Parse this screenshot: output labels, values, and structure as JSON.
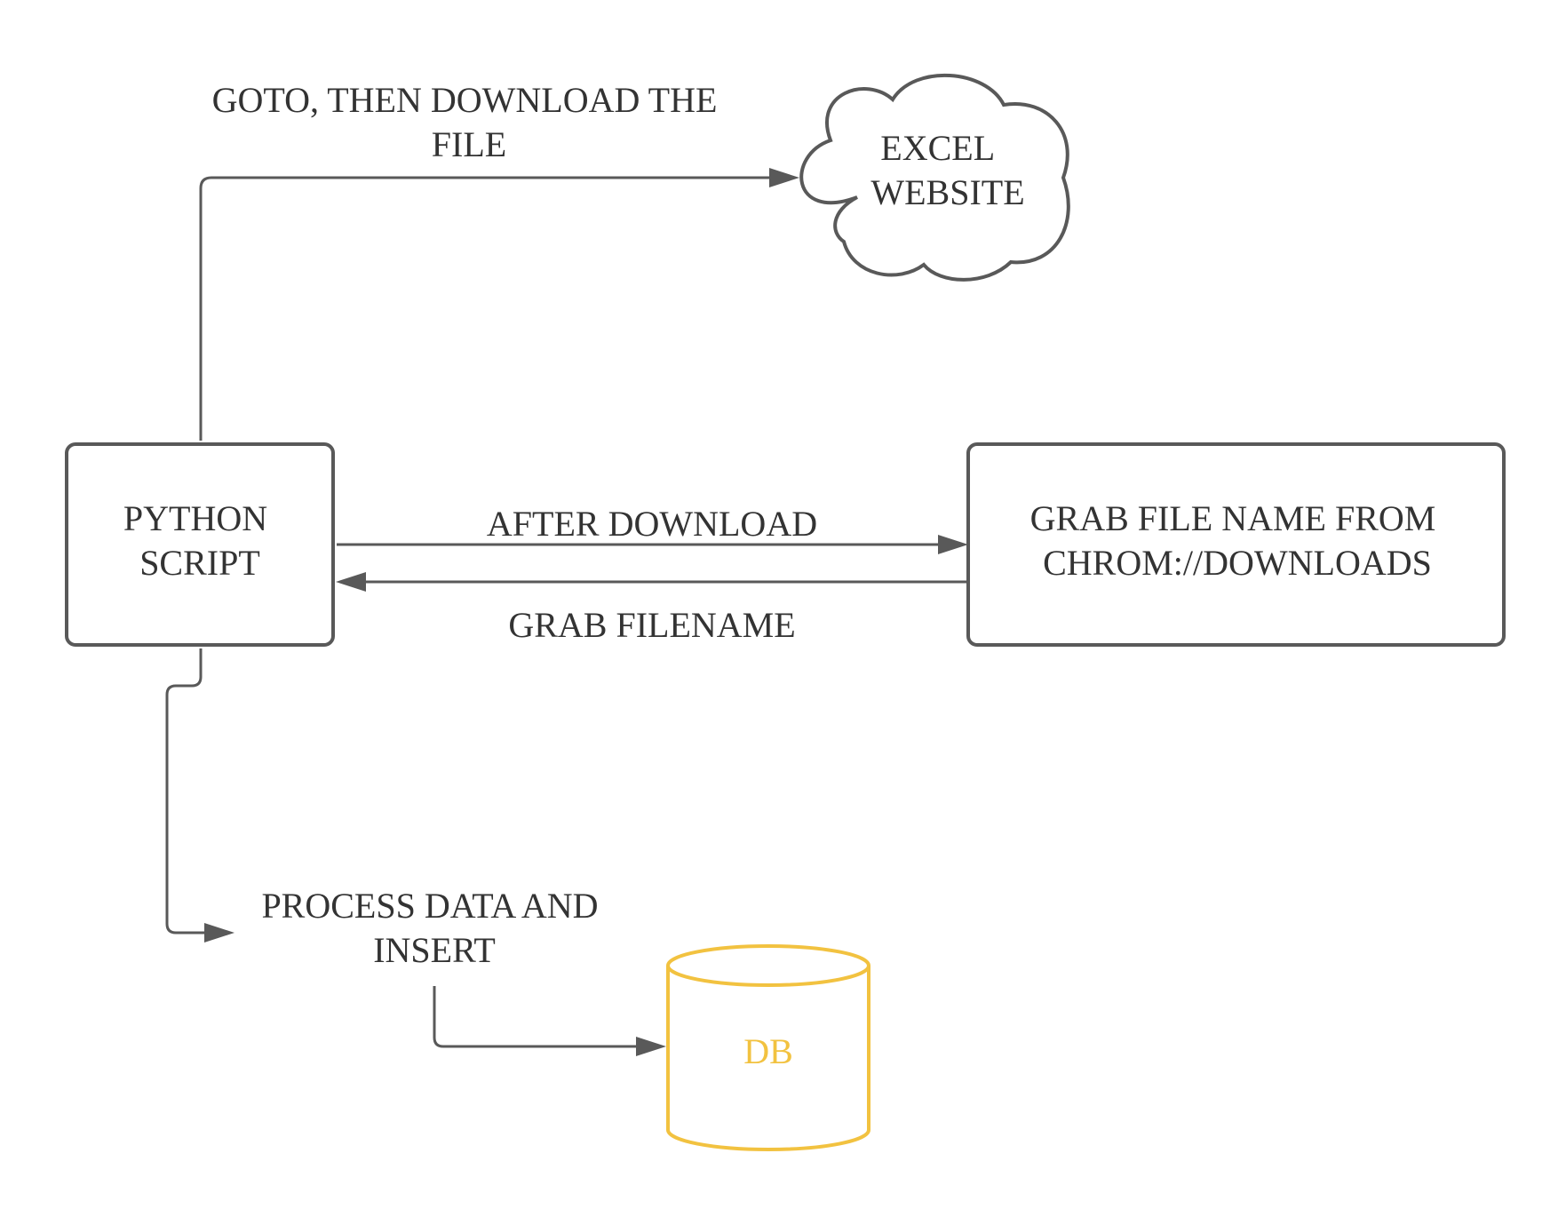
{
  "nodes": {
    "python_script": {
      "line1": "PYTHON",
      "line2": "SCRIPT"
    },
    "excel_website": {
      "line1": "EXCEL",
      "line2": "WEBSITE"
    },
    "grab_file_name": {
      "line1": "GRAB FILE NAME FROM",
      "line2": "CHROM://DOWNLOADS"
    },
    "database": {
      "label": "DB"
    }
  },
  "edges": {
    "goto_download": {
      "line1": "GOTO, THEN DOWNLOAD THE",
      "line2": "FILE"
    },
    "after_download": {
      "label": "AFTER DOWNLOAD"
    },
    "grab_filename": {
      "label": "GRAB FILENAME"
    },
    "process_data": {
      "line1": "PROCESS DATA AND",
      "line2": "INSERT"
    }
  },
  "colors": {
    "stroke": "#595959",
    "text": "#333333",
    "db_accent": "#f2c240",
    "background": "#ffffff"
  }
}
